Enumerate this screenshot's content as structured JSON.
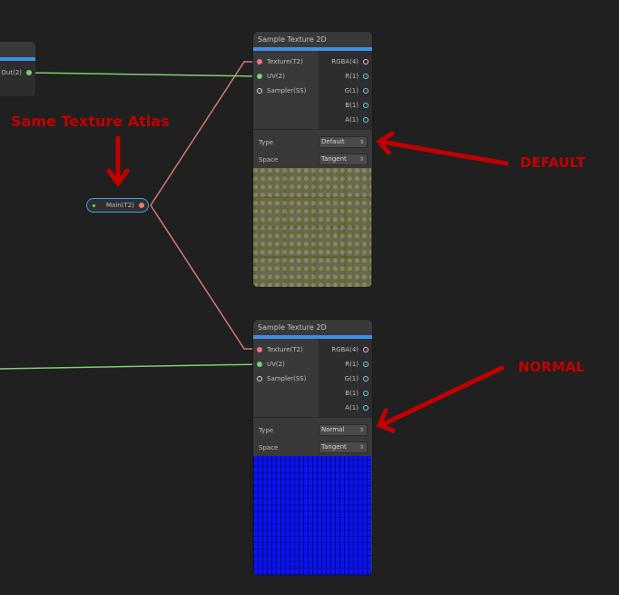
{
  "graph": {
    "left_node": {
      "output_port": "Out(2)"
    },
    "property_node": {
      "label": "Main(T2)"
    },
    "nodes": [
      {
        "title": "Sample Texture 2D",
        "inputs": [
          "Texture(T2)",
          "UV(2)",
          "Sampler(SS)"
        ],
        "outputs": [
          "RGBA(4)",
          "R(1)",
          "G(1)",
          "B(1)",
          "A(1)"
        ],
        "settings": {
          "type_label": "Type",
          "type_value": "Default",
          "space_label": "Space",
          "space_value": "Tangent"
        },
        "preview": "rocky-moss-texture"
      },
      {
        "title": "Sample Texture 2D",
        "inputs": [
          "Texture(T2)",
          "UV(2)",
          "Sampler(SS)"
        ],
        "outputs": [
          "RGBA(4)",
          "R(1)",
          "G(1)",
          "B(1)",
          "A(1)"
        ],
        "settings": {
          "type_label": "Type",
          "type_value": "Normal",
          "space_label": "Space",
          "space_value": "Tangent"
        },
        "preview": "blue-normal-map"
      }
    ]
  },
  "annotations": {
    "atlas": "Same Texture Atlas",
    "default": "DEFAULT",
    "normal": "NORMAL",
    "color": "#c00000"
  },
  "colors": {
    "background": "#202020",
    "node_header_bar": "#3f8fe6",
    "texture_wire": "#d97676",
    "uv_wire": "#7ccf6f",
    "selection": "#3aa0e6"
  }
}
